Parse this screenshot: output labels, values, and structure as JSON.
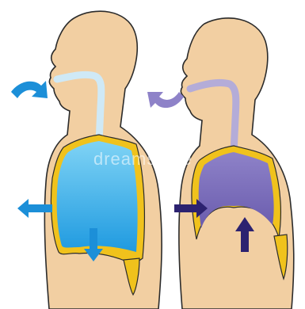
{
  "colors": {
    "skin": "#f2cfa2",
    "outline": "#2b2b2b",
    "diaphragm": "#f0c21c",
    "inhale_lung_top": "#7fd3f5",
    "inhale_lung_bottom": "#1f9ae0",
    "inhale_arrow": "#1c8fd8",
    "inhale_airway": "#cfe9f6",
    "exhale_lung_top": "#8e82c8",
    "exhale_lung_bottom": "#6a5cae",
    "exhale_arrow": "#2c2270",
    "exhale_airway": "#b4acd8"
  },
  "figures": [
    {
      "name": "inhale-figure",
      "phase": "inhalation"
    },
    {
      "name": "exhale-figure",
      "phase": "exhalation"
    }
  ],
  "arrows": [
    {
      "name": "air-in-curved-arrow-icon",
      "direction": "into-nose"
    },
    {
      "name": "chest-expand-arrow-icon",
      "direction": "left"
    },
    {
      "name": "diaphragm-down-arrow-icon",
      "direction": "down"
    },
    {
      "name": "air-out-curved-arrow-icon",
      "direction": "out-of-nose"
    },
    {
      "name": "chest-compress-arrow-icon",
      "direction": "right"
    },
    {
      "name": "diaphragm-up-arrow-icon",
      "direction": "up"
    }
  ],
  "watermark": "dreamstime"
}
